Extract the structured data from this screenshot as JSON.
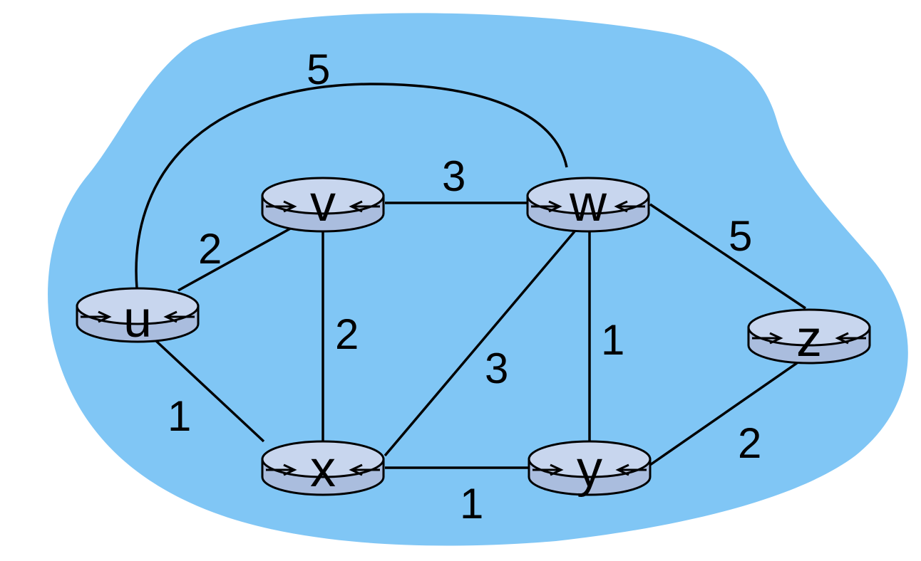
{
  "graph": {
    "colors": {
      "cloud": "#80c6f5",
      "router_body": "#aabdde",
      "router_top": "#c8d6ee",
      "line": "#000000"
    },
    "nodes": [
      {
        "id": "u",
        "label": "u"
      },
      {
        "id": "v",
        "label": "v"
      },
      {
        "id": "w",
        "label": "w"
      },
      {
        "id": "x",
        "label": "x"
      },
      {
        "id": "y",
        "label": "y"
      },
      {
        "id": "z",
        "label": "z"
      }
    ],
    "edges": [
      {
        "from": "u",
        "to": "w",
        "weight": "5"
      },
      {
        "from": "u",
        "to": "v",
        "weight": "2"
      },
      {
        "from": "u",
        "to": "x",
        "weight": "1"
      },
      {
        "from": "v",
        "to": "w",
        "weight": "3"
      },
      {
        "from": "v",
        "to": "x",
        "weight": "2"
      },
      {
        "from": "x",
        "to": "w",
        "weight": "3"
      },
      {
        "from": "w",
        "to": "y",
        "weight": "1"
      },
      {
        "from": "w",
        "to": "z",
        "weight": "5"
      },
      {
        "from": "x",
        "to": "y",
        "weight": "1"
      },
      {
        "from": "y",
        "to": "z",
        "weight": "2"
      }
    ]
  }
}
